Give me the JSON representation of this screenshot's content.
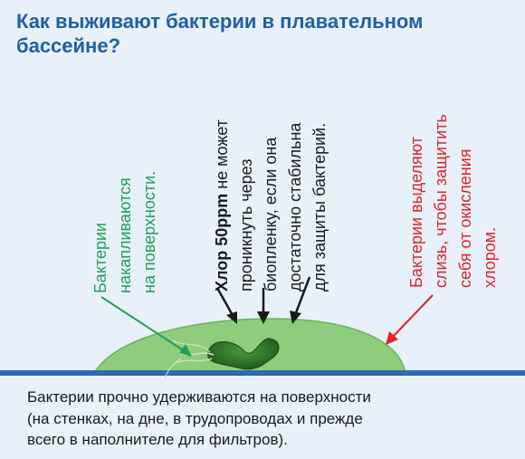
{
  "title": {
    "line1": "Как выживают бактерии в плавательном",
    "line2": "бассейне?"
  },
  "notes": {
    "accumulate": {
      "lines": [
        "Бактерии",
        "накапливаются",
        "на поверхности."
      ],
      "color": "#1fa05a"
    },
    "chlorine": {
      "bold_part": "Хлор 50ppm",
      "line1_rest": " не может",
      "lines": [
        "проникнуть через",
        "биопленку, если она",
        "достаточно стабильна",
        "для защиты бактерий."
      ],
      "color": "#1a1a1a"
    },
    "slime": {
      "lines": [
        "Бактерии выделяют",
        "слизь, чтобы защитить",
        "себя от окисления",
        "хлором."
      ],
      "color": "#e0222a"
    }
  },
  "caption": {
    "lines": [
      "Бактерии прочно удерживаются на поверхности",
      "(на стенках, на дне, в трудопроводах и прежде",
      "всего в наполнителе для фильтров)."
    ]
  },
  "colors": {
    "title": "#1f5fa6",
    "background": "#e8f1fa",
    "biofilm": "#8fcc7c",
    "surface": "#2a6ab8",
    "bacterium": "#2f7a2a"
  }
}
